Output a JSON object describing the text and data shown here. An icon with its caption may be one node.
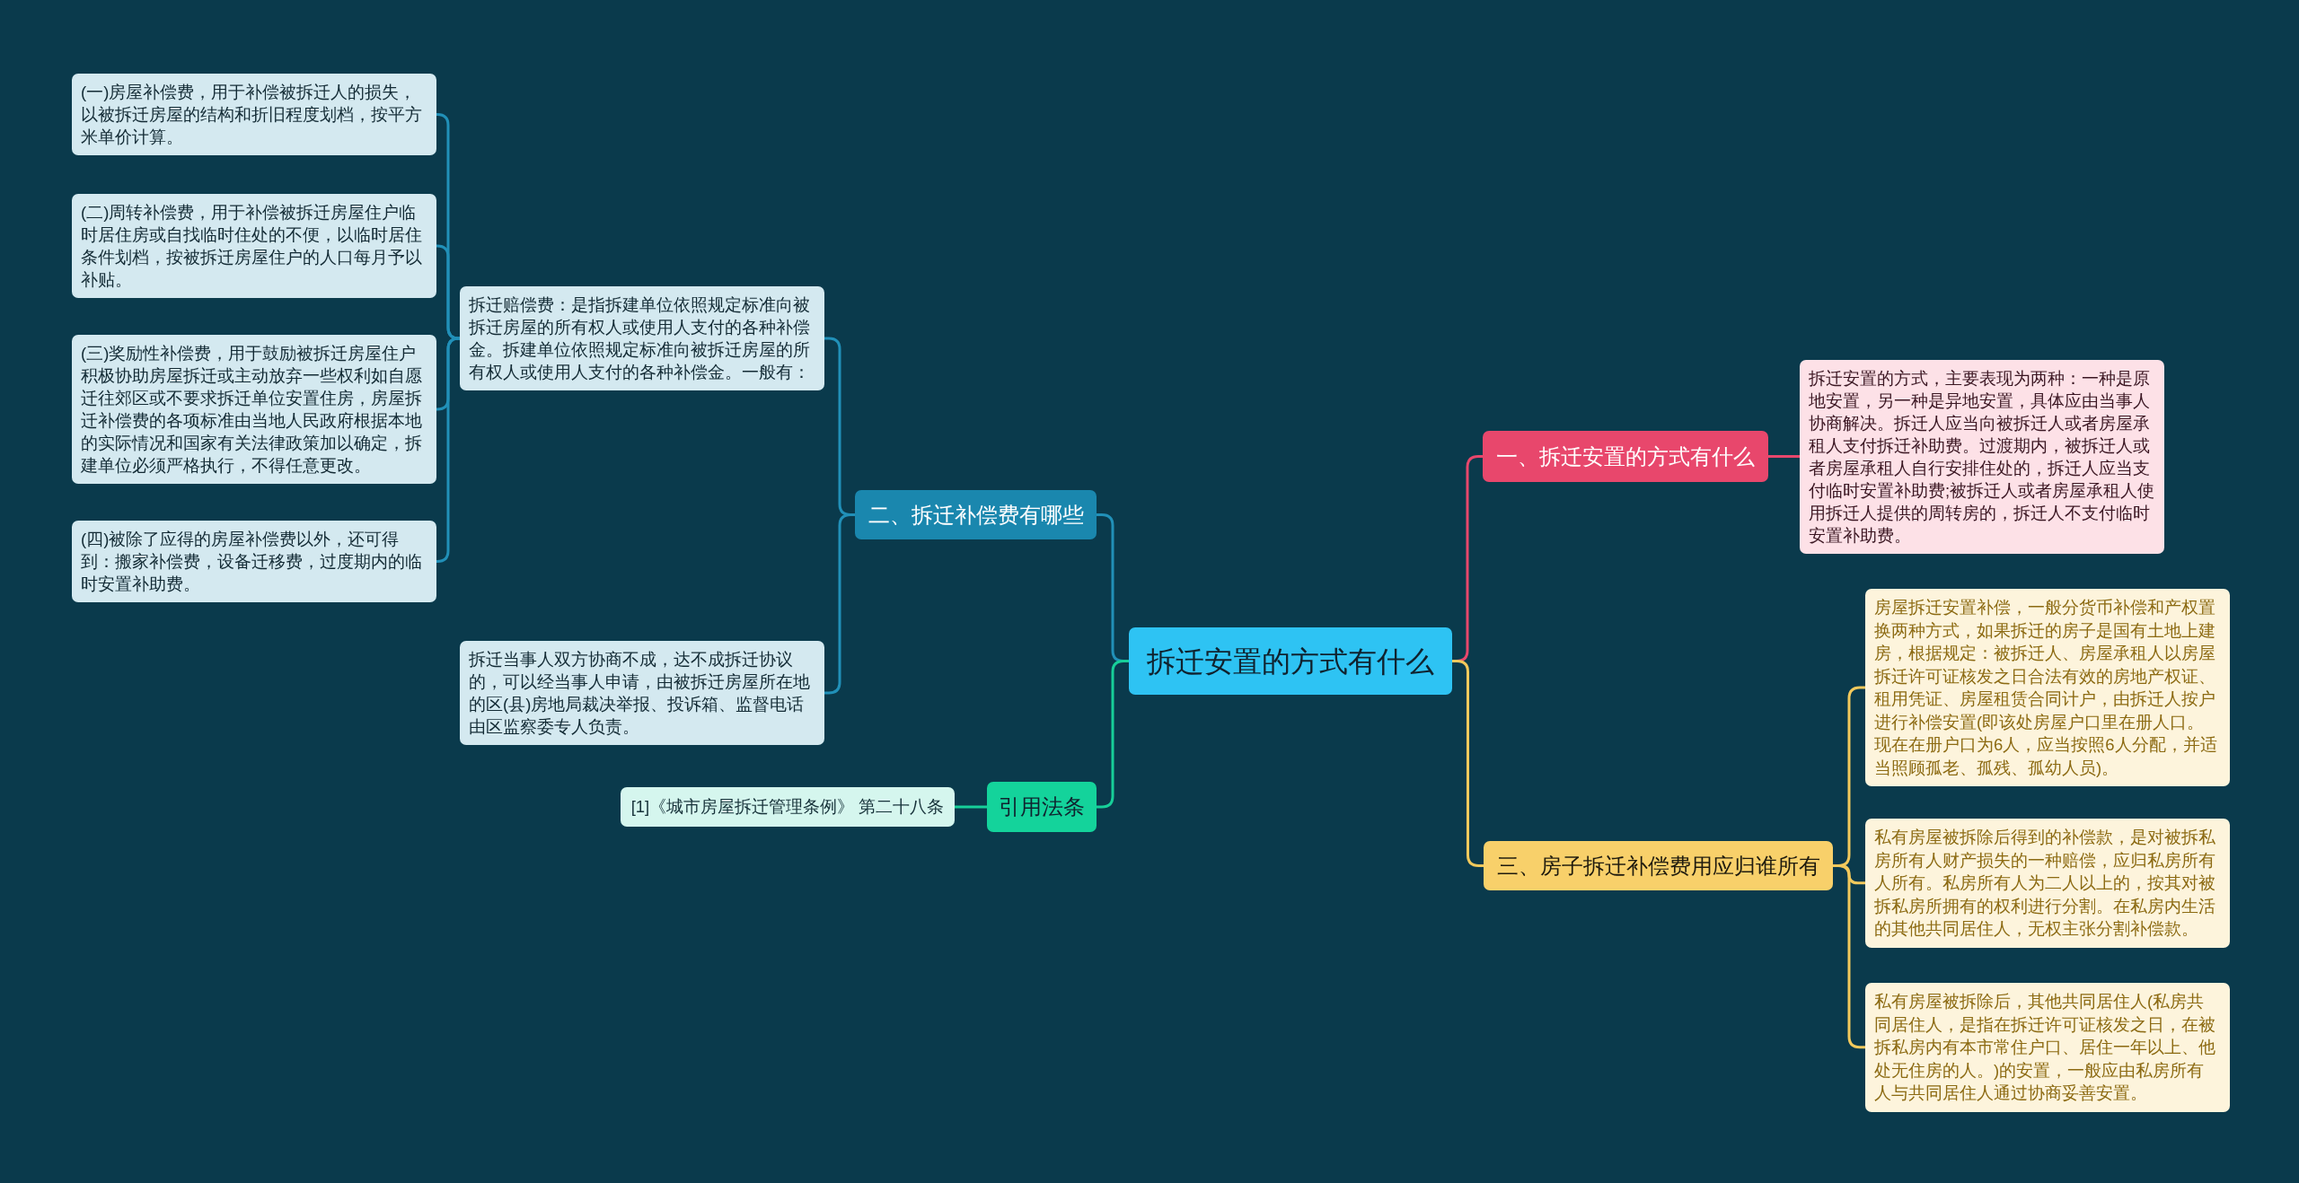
{
  "diagram": {
    "nodes": [
      {
        "text": [
          "拆迁安置的方式有什么"
        ]
      },
      {
        "text": [
          "二、拆迁补偿费有哪些"
        ]
      },
      {
        "text": [
          "拆迁赔偿费：是指拆建单位依照规定标准向被拆迁房屋的所有权人或使用人支付的各种补偿金。拆建单位依照规定标准向被拆迁房屋的所有权人或使用人支付的各种补偿金。一般有："
        ]
      },
      {
        "text": [
          "(一)房屋补偿费，用于补偿被拆迁人的损失，以被拆迁房屋的结构和折旧程度划档，按平方米单价计算。"
        ]
      },
      {
        "text": [
          "(二)周转补偿费，用于补偿被拆迁房屋住户临时居住房或自找临时住处的不便，以临时居住条件划档，按被拆迁房屋住户的人口每月予以补贴。"
        ]
      },
      {
        "text": [
          "(三)奖励性补偿费，用于鼓励被拆迁房屋住户积极协助房屋拆迁或主动放弃一些权利如自愿迁往郊区或不要求拆迁单位安置住房，房屋拆迁补偿费的各项标准由当地人民政府根据本地的实际情况和国家有关法律政策加以确定，拆建单位必须严格执行，不得任意更改。"
        ]
      },
      {
        "text": [
          "(四)被除了应得的房屋补偿费以外，还可得到：搬家补偿费，设备迁移费，过度期内的临时安置补助费。"
        ]
      },
      {
        "text": [
          "拆迁当事人双方协商不成，达不成拆迁协议的，可以经当事人申请，由被拆迁房屋所在地的区(县)房地局裁决举报、投诉箱、监督电话由区监察委专人负责。"
        ]
      },
      {
        "text": [
          "引用法条"
        ]
      },
      {
        "text": [
          "[1]《城市房屋拆迁管理条例》 第二十八条"
        ]
      },
      {
        "text": [
          "一、拆迁安置的方式有什么"
        ]
      },
      {
        "text": [
          "拆迁安置的方式，主要表现为两种：一种是原地安置，另一种是异地安置，具体应由当事人协商解决。拆迁人应当向被拆迁人或者房屋承租人支付拆迁补助费。过渡期内，被拆迁人或者房屋承租人自行安排住处的，拆迁人应当支付临时安置补助费;被拆迁人或者房屋承租人使用拆迁人提供的周转房的，拆迁人不支付临时安置补助费。"
        ]
      },
      {
        "text": [
          "三、房子拆迁补偿费用应归谁所有"
        ]
      },
      {
        "text": [
          "房屋拆迁安置补偿，一般分货币补偿和产权置换两种方式，如果拆迁的房子是国有土地上建房，根据规定：被拆迁人、房屋承租人以房屋拆迁许可证核发之日合法有效的房地产权证、租用凭证、房屋租赁合同计户，由拆迁人按户进行补偿安置(即该处房屋户口里在册人口。现在在册户口为6人，应当按照6人分配，并适当照顾孤老、孤残、孤幼人员)。"
        ]
      },
      {
        "text": [
          "私有房屋被拆除后得到的补偿款，是对被拆私房所有人财产损失的一种赔偿，应归私房所有人所有。私房所有人为二人以上的，按其对被拆私房所拥有的权利进行分割。在私房内生活的其他共同居住人，无权主张分割补偿款。"
        ]
      },
      {
        "text": [
          "私有房屋被拆除后，其他共同居住人(私房共同居住人，是指在拆迁许可证核发之日，在被拆私房内有本市常住户口、居住一年以上、他处无住房的人。)的安置，一般应由私房所有人与共同居住人通过协商妥善安置。"
        ]
      }
    ],
    "edges": [
      {
        "from": 0,
        "to": 1,
        "arrow": "none"
      },
      {
        "from": 1,
        "to": 2,
        "arrow": "none"
      },
      {
        "from": 2,
        "to": 3,
        "arrow": "none"
      },
      {
        "from": 2,
        "to": 4,
        "arrow": "none"
      },
      {
        "from": 2,
        "to": 5,
        "arrow": "none"
      },
      {
        "from": 2,
        "to": 6,
        "arrow": "none"
      },
      {
        "from": 1,
        "to": 7,
        "arrow": "none"
      },
      {
        "from": 0,
        "to": 8,
        "arrow": "none",
        "color": "#17cf99"
      },
      {
        "from": 8,
        "to": 9,
        "arrow": "none",
        "color": "#17cf99"
      },
      {
        "from": 0,
        "to": 10,
        "arrow": "none",
        "color": "#e8476c"
      },
      {
        "from": 10,
        "to": 11,
        "arrow": "none",
        "color": "#e8476c"
      },
      {
        "from": 0,
        "to": 12,
        "arrow": "none",
        "color": "#f2c95c"
      },
      {
        "from": 12,
        "to": 13,
        "arrow": "none",
        "color": "#f2c95c"
      },
      {
        "from": 12,
        "to": 14,
        "arrow": "none",
        "color": "#f2c95c"
      },
      {
        "from": 12,
        "to": 15,
        "arrow": "none",
        "color": "#f2c95c"
      }
    ]
  }
}
